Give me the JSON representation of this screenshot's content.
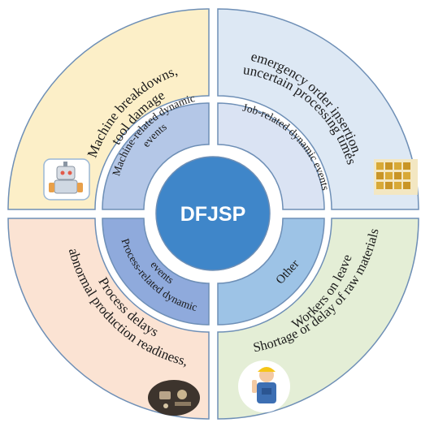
{
  "center": {
    "label": "DFJSP"
  },
  "inner_ring": [
    {
      "id": "machine",
      "lines": [
        "Machine-related dynamic",
        "events"
      ]
    },
    {
      "id": "job",
      "lines": [
        "Job-related dynamic events"
      ]
    },
    {
      "id": "process",
      "lines": [
        "Process-related dynamic",
        "events"
      ]
    },
    {
      "id": "other",
      "lines": [
        "Other"
      ]
    }
  ],
  "outer_ring": [
    {
      "id": "machine",
      "lines": [
        "Machine breakdowns,",
        "tool damage"
      ],
      "icon": "robot-icon"
    },
    {
      "id": "job",
      "lines": [
        "emergency order insertion,",
        "uncertain processing times"
      ],
      "icon": "product-boxes-icon"
    },
    {
      "id": "process",
      "lines": [
        "abnormal production readiness,",
        "Process delays"
      ],
      "icon": "workbench-icon"
    },
    {
      "id": "other",
      "lines": [
        "Shortage or delay of raw materials,",
        "Workers on leave"
      ],
      "icon": "worker-icon"
    }
  ],
  "colors": {
    "outer_top_left": "#fcefc8",
    "outer_top_right": "#dde8f4",
    "outer_bottom_left": "#fbe3d3",
    "outer_bottom_right": "#e4eed6",
    "inner_top_left": "#b4c7e7",
    "inner_top_right": "#dae3f3",
    "inner_bottom_left": "#8faadc",
    "inner_bottom_right": "#9dc3e6",
    "center": "#3f86c9",
    "stroke": "#6e8fb6",
    "text": "#1a1a1a"
  }
}
